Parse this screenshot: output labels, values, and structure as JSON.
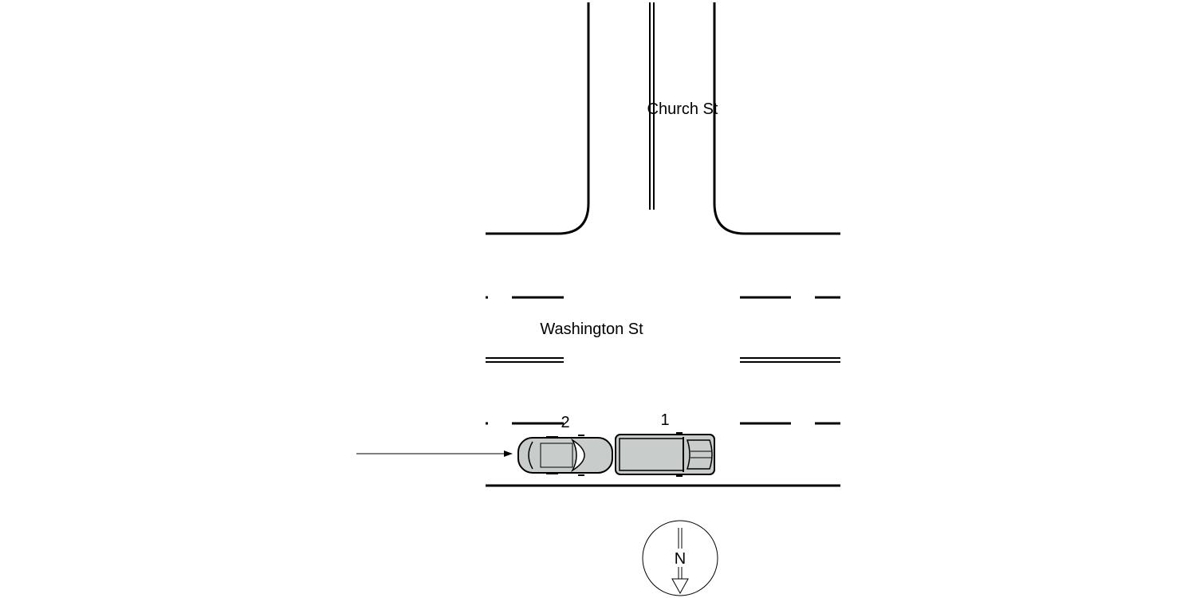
{
  "streets": {
    "north": "Church St",
    "main": "Washington St"
  },
  "vehicles": [
    {
      "number": "1",
      "type": "pickup truck",
      "color": "#c8cccb"
    },
    {
      "number": "2",
      "type": "sedan",
      "color": "#c8cccb"
    }
  ],
  "compass": {
    "label": "N",
    "icon": "north-arrow-icon"
  },
  "motion": {
    "icon": "direction-arrow-icon"
  }
}
